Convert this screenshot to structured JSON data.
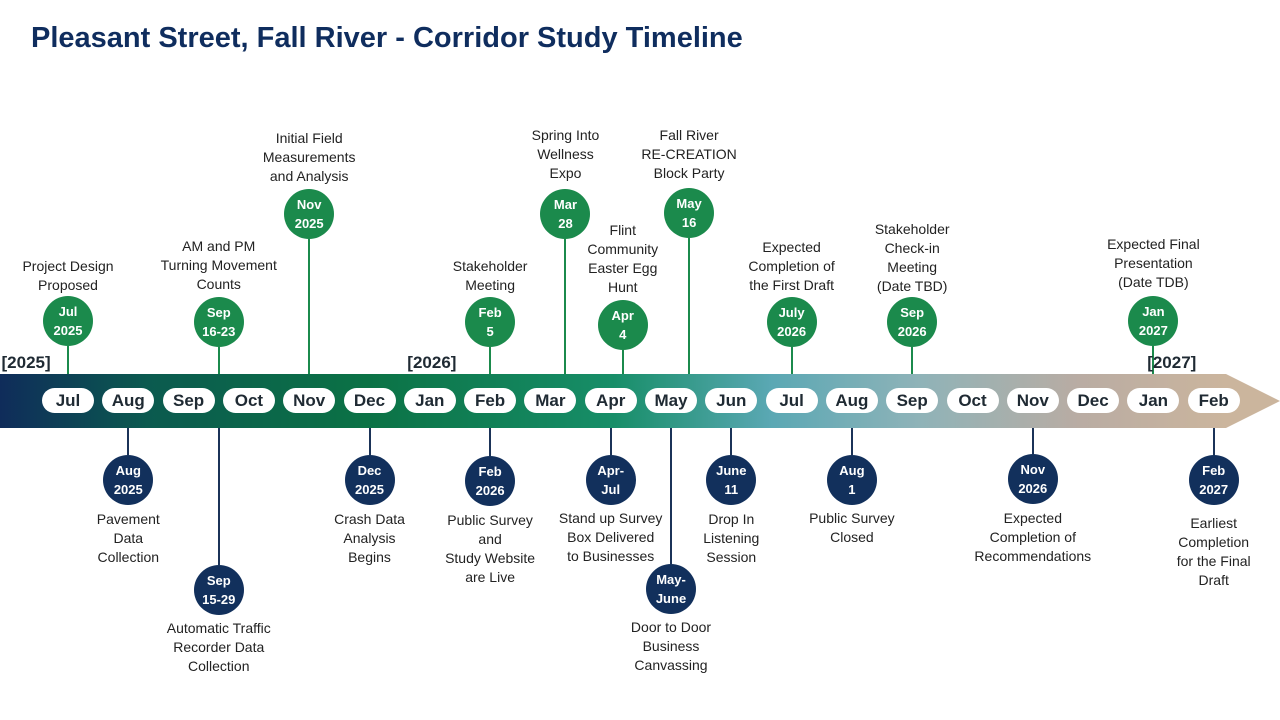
{
  "title": "Pleasant Street, Fall River - Corridor Study Timeline",
  "colors": {
    "title": "#0f2d5e",
    "above_event": "#1b8a4c",
    "below_event": "#12305c",
    "band_start": "#0f2c5a",
    "band_mid": "#0b7245",
    "band_end": "#cbb59d"
  },
  "year_markers": [
    {
      "label": "[2025]",
      "month_index": 0
    },
    {
      "label": "[2026]",
      "month_index": 6
    },
    {
      "label": "[2027]",
      "month_index": 19
    }
  ],
  "months": [
    "Jul",
    "Aug",
    "Sep",
    "Oct",
    "Nov",
    "Dec",
    "Jan",
    "Feb",
    "Mar",
    "Apr",
    "May",
    "Jun",
    "Jul",
    "Aug",
    "Sep",
    "Oct",
    "Nov",
    "Dec",
    "Jan",
    "Feb"
  ],
  "events_above": [
    {
      "month_index": 0,
      "badge": [
        "Jul",
        "2025"
      ],
      "label": [
        "Project Design",
        "Proposed"
      ]
    },
    {
      "month_index": 2.5,
      "badge": [
        "Sep",
        "16-23"
      ],
      "label": [
        "AM and PM",
        "Turning Movement",
        "Counts"
      ]
    },
    {
      "month_index": 4,
      "badge": [
        "Nov",
        "2025"
      ],
      "label": [
        "Initial Field",
        "Measurements",
        "and Analysis"
      ]
    },
    {
      "month_index": 7,
      "badge": [
        "Feb",
        "5"
      ],
      "label": [
        "Stakeholder",
        "Meeting"
      ]
    },
    {
      "month_index": 8.25,
      "badge": [
        "Mar",
        "28"
      ],
      "label": [
        "Spring Into",
        "Wellness",
        "Expo"
      ]
    },
    {
      "month_index": 9.2,
      "badge": [
        "Apr",
        "4"
      ],
      "label": [
        "Flint",
        "Community",
        "Easter Egg",
        "Hunt"
      ]
    },
    {
      "month_index": 10.3,
      "badge": [
        "May",
        "16"
      ],
      "label": [
        "Fall River",
        "RE-CREATION",
        "Block Party"
      ]
    },
    {
      "month_index": 12,
      "badge": [
        "July",
        "2026"
      ],
      "label": [
        "Expected",
        "Completion of",
        "the First Draft"
      ]
    },
    {
      "month_index": 14,
      "badge": [
        "Sep",
        "2026"
      ],
      "label": [
        "Stakeholder",
        "Check-in",
        "Meeting",
        "(Date TBD)"
      ]
    },
    {
      "month_index": 18,
      "badge": [
        "Jan",
        "2027"
      ],
      "label": [
        "Expected Final",
        "Presentation",
        "(Date TDB)"
      ]
    }
  ],
  "events_below": [
    {
      "month_index": 1,
      "badge": [
        "Aug",
        "2025"
      ],
      "label": [
        "Pavement",
        "Data",
        "Collection"
      ]
    },
    {
      "month_index": 2.5,
      "badge": [
        "Sep",
        "15-29"
      ],
      "label": [
        "Automatic Traffic",
        "Recorder Data",
        "Collection"
      ]
    },
    {
      "month_index": 5,
      "badge": [
        "Dec",
        "2025"
      ],
      "label": [
        "Crash Data",
        "Analysis",
        "Begins"
      ]
    },
    {
      "month_index": 7,
      "badge": [
        "Feb",
        "2026"
      ],
      "label": [
        "Public Survey",
        "and",
        "Study Website",
        "are Live"
      ]
    },
    {
      "month_index": 9,
      "badge": [
        "Apr-",
        "Jul"
      ],
      "label": [
        "Stand up Survey",
        "Box Delivered",
        "to Businesses"
      ]
    },
    {
      "month_index": 10,
      "badge": [
        "May-",
        "June"
      ],
      "label": [
        "Door to Door",
        "Business",
        "Canvassing"
      ]
    },
    {
      "month_index": 11,
      "badge": [
        "June",
        "11"
      ],
      "label": [
        "Drop In",
        "Listening",
        "Session"
      ]
    },
    {
      "month_index": 13,
      "badge": [
        "Aug",
        "1"
      ],
      "label": [
        "Public Survey",
        "Closed"
      ]
    },
    {
      "month_index": 16,
      "badge": [
        "Nov",
        "2026"
      ],
      "label": [
        "Expected",
        "Completion of",
        "Recommendations"
      ]
    },
    {
      "month_index": 19,
      "badge": [
        "Feb",
        "2027"
      ],
      "label": [
        "Earliest",
        "Completion",
        "for the Final",
        "Draft"
      ]
    }
  ]
}
